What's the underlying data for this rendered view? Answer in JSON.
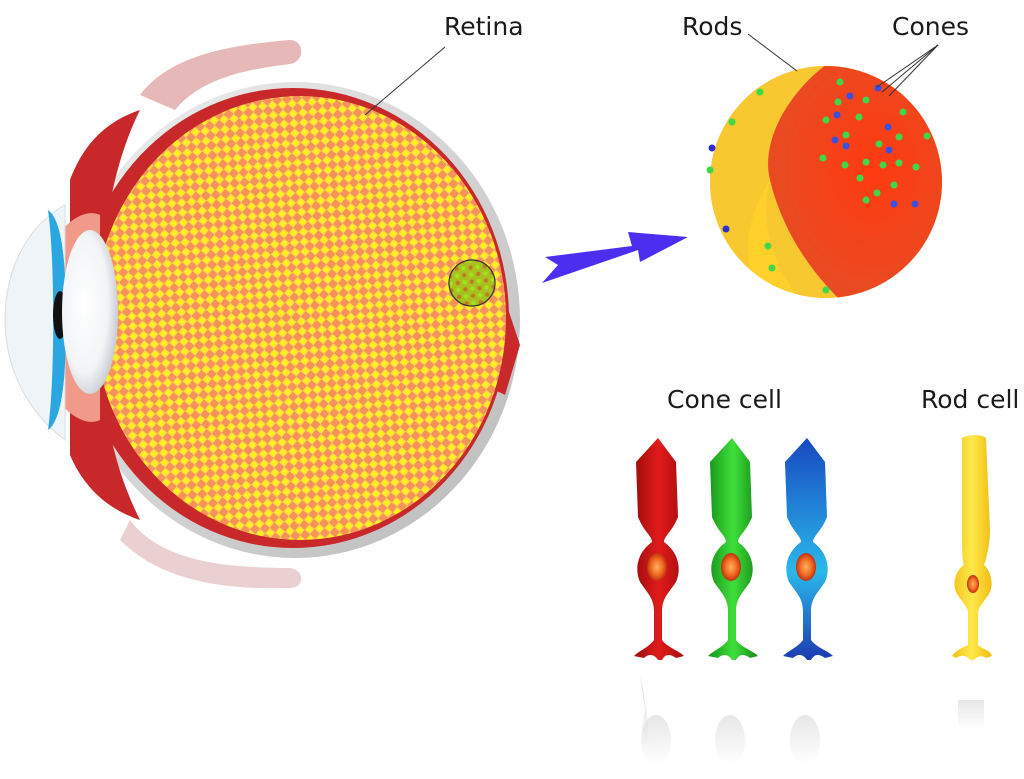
{
  "labels": {
    "retina": "Retina",
    "rods": "Rods",
    "cones": "Cones",
    "cone_cell": "Cone cell",
    "rod_cell": "Rod cell"
  },
  "colors": {
    "retina_yellow": "#ffe81a",
    "retina_orange": "#f7944f",
    "choroid_red": "#c8282a",
    "sclera_gray": "#d2d2d2",
    "cornea_blue": "#2aa6e0",
    "arrow_blue": "#4b2ef0",
    "rod_yellow": "#ffd21c",
    "cone_red": "#cc1010",
    "cone_green": "#22b81e",
    "cone_blue": "#1a5fd0",
    "fovea_red": "#ff3c10"
  },
  "diagram": {
    "components": [
      "eyeball-cross-section",
      "magnified-retina-patch",
      "cone-cells",
      "rod-cell"
    ],
    "cone_cell_types": [
      "red",
      "green",
      "blue"
    ],
    "rod_cell_types": [
      "yellow"
    ]
  }
}
